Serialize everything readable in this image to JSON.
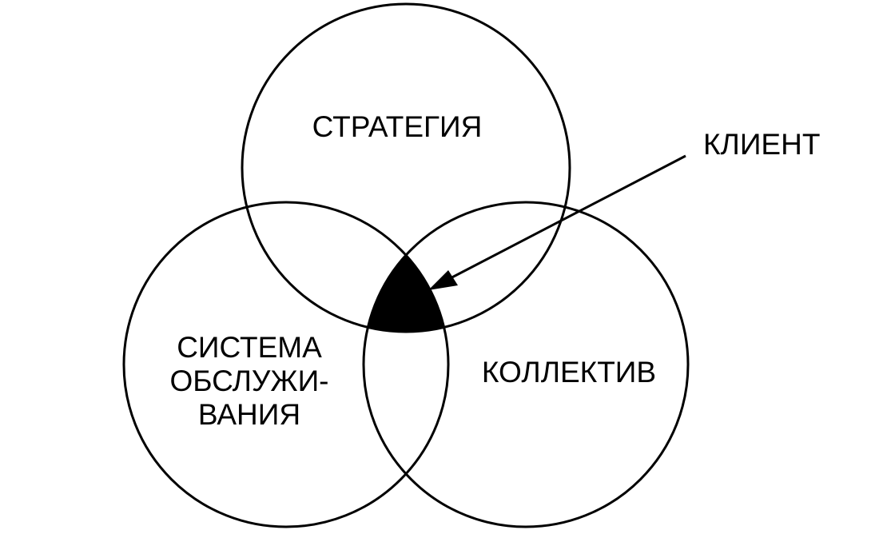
{
  "diagram": {
    "circles": [
      {
        "id": "strategy",
        "label": "СТРАТЕГИЯ"
      },
      {
        "id": "service",
        "label_lines": [
          "СИСТЕМА",
          "ОБСЛУЖИ-",
          "ВАНИЯ"
        ]
      },
      {
        "id": "team",
        "label": "КОЛЛЕКТИВ"
      }
    ],
    "pointer": {
      "label": "КЛИЕНТ"
    },
    "colors": {
      "stroke": "#000000",
      "fill": "#000000",
      "background": "#ffffff"
    }
  }
}
